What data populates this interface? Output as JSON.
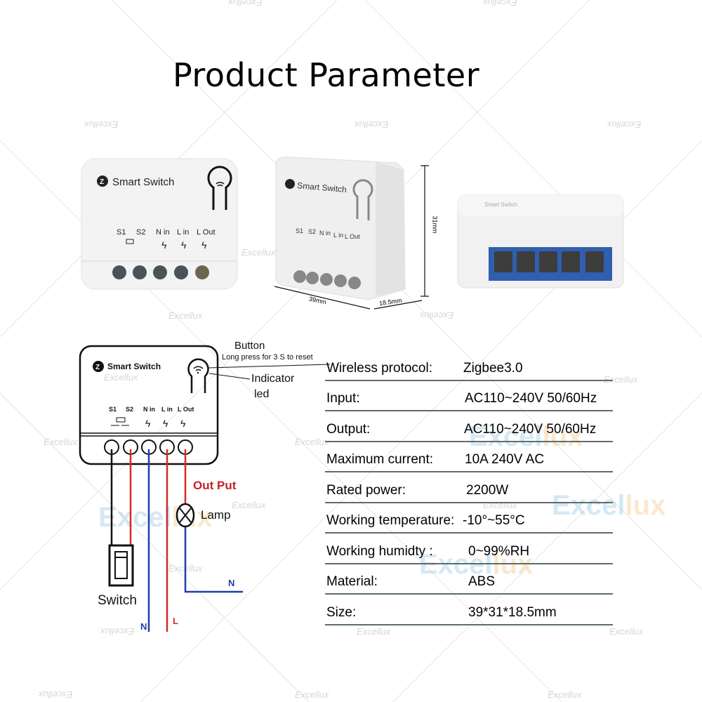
{
  "title": "Product Parameter",
  "watermark": {
    "text": "Excellux",
    "brand_blue": "#5aa6d8",
    "brand_orange": "#f2a23a",
    "big_part1": "Excel",
    "big_part2": "lux"
  },
  "device": {
    "brand_label": "Smart Switch",
    "terminals": [
      "S1",
      "S2",
      "N in",
      "L in",
      "L Out"
    ]
  },
  "dimensions": {
    "width": "39mm",
    "depth": "18.5mm",
    "height": "31mm"
  },
  "diagram": {
    "button_label": "Button",
    "button_note": "Long press for 3 S to reset",
    "indicator_label_1": "Indicator",
    "indicator_label_2": "led",
    "output_label": "Out Put",
    "lamp_label": "Lamp",
    "switch_label": "Switch",
    "neutral_label": "N",
    "live_label": "L",
    "neutral_lamp_label": "N",
    "colors": {
      "live": "#d42a2a",
      "neutral": "#1f3fa8",
      "switch": "#111111",
      "output_label": "#c8202a"
    }
  },
  "specs": [
    {
      "key": "Wireless protocol:",
      "value": "Zigbee3.0"
    },
    {
      "key": "Input:",
      "value": "AC110~240V 50/60Hz"
    },
    {
      "key": "Output:",
      "value": "AC110~240V 50/60Hz"
    },
    {
      "key": "Maximum current:",
      "value": "10A 240V AC"
    },
    {
      "key": "Rated power:",
      "value": "2200W"
    },
    {
      "key": "Working temperature:",
      "value": "-10°~55°C"
    },
    {
      "key": "Working humidty :",
      "value": "0~99%RH"
    },
    {
      "key": "Material:",
      "value": "ABS"
    },
    {
      "key": "Size:",
      "value": "39*31*18.5mm"
    }
  ]
}
